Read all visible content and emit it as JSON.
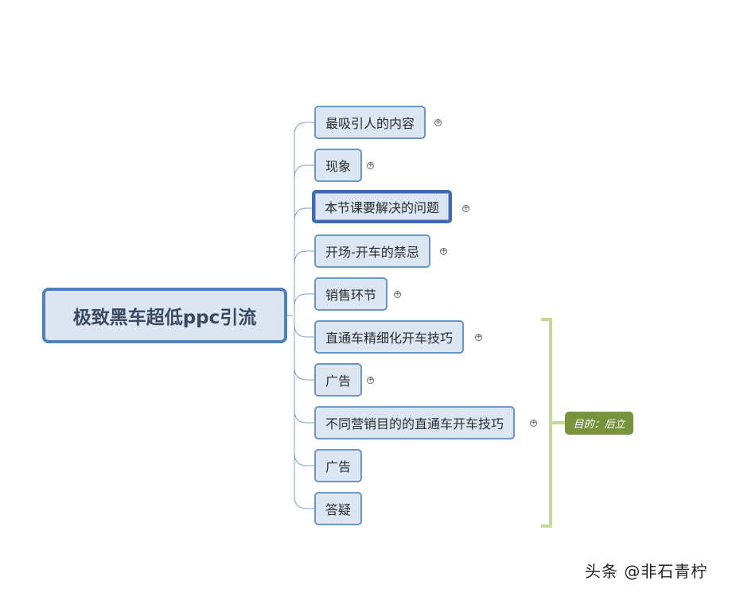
{
  "root": {
    "label": "极致黑车超低ppc引流"
  },
  "branches": [
    {
      "label": "最吸引人的内容",
      "collapsed_marker": "+"
    },
    {
      "label": "现象",
      "collapsed_marker": "+"
    },
    {
      "label": "本节课要解决的问题",
      "collapsed_marker": "+",
      "selected": true
    },
    {
      "label": "开场-开车的禁忌",
      "collapsed_marker": "+"
    },
    {
      "label": "销售环节",
      "collapsed_marker": "+"
    },
    {
      "label": "直通车精细化开车技巧",
      "collapsed_marker": "+"
    },
    {
      "label": "广告",
      "collapsed_marker": "+"
    },
    {
      "label": "不同营销目的的直通车开车技巧",
      "collapsed_marker": "+"
    },
    {
      "label": "广告",
      "collapsed_marker": ""
    },
    {
      "label": "答疑",
      "collapsed_marker": ""
    }
  ],
  "summary": {
    "label": "目的：后立",
    "color": "#77933c",
    "bracket_color": "#c4d79b"
  },
  "watermark": {
    "text": "头条 @非石青柠"
  },
  "colors": {
    "topic_fill": "#dce6f2",
    "topic_border": "#6a95c8",
    "root_border": "#4f81bd",
    "connector": "#7f9fcf"
  }
}
